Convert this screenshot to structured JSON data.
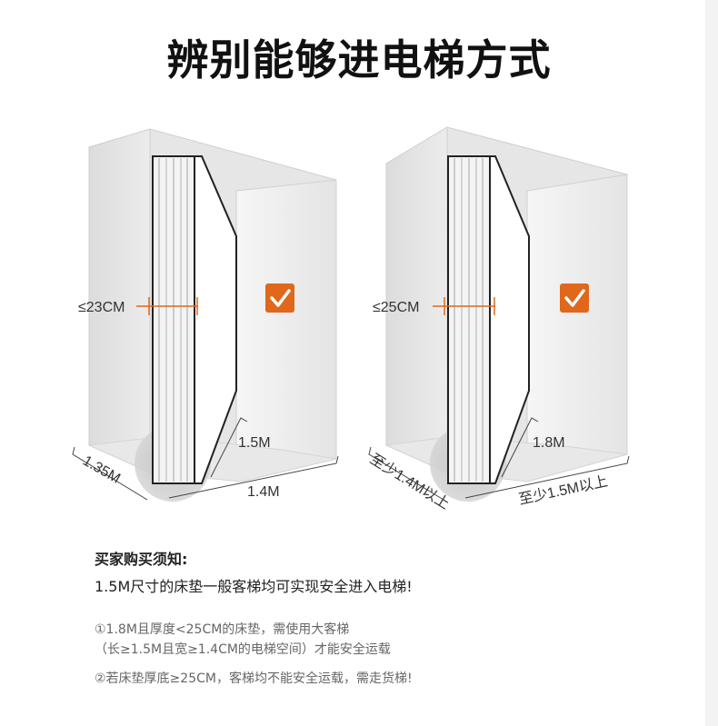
{
  "title": "辨别能够进电梯方式",
  "left_elevator": {
    "thickness_label": "≤23CM",
    "height_label": "1.5M",
    "width_label": "1.4M",
    "depth_label": "1.35M"
  },
  "right_elevator": {
    "thickness_label": "≤25CM",
    "height_label": "1.8M",
    "width_label": "至少1.5M以上",
    "depth_label": "至少1.4M以上"
  },
  "check_icon": "check-icon",
  "accent_color": "#e0671b",
  "notes": {
    "heading": "买家购买须知:",
    "line1": "1.5M尺寸的床垫一般客梯均可实现安全进入电梯!",
    "item1_line1": "①1.8M且厚度<25CM的床垫，需使用大客梯",
    "item1_line2": "（长≥1.5M且宽≥1.4CM的电梯空间）才能安全运载",
    "item2": "②若床垫厚底≥25CM，客梯均不能安全运载，需走货梯!"
  }
}
